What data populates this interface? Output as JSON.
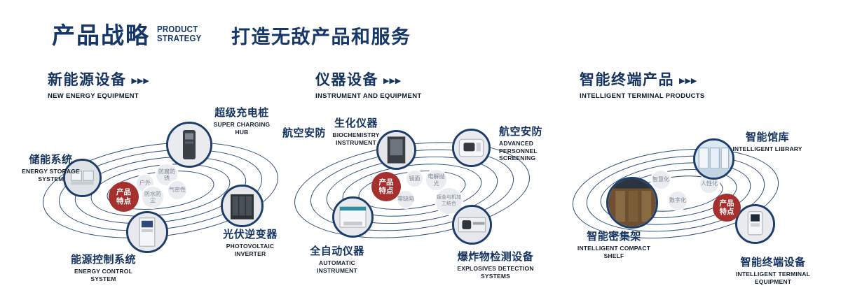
{
  "header": {
    "title_cn": "产品战略",
    "title_en_line1": "PRODUCT",
    "title_en_line2": "STRATEGY",
    "subtitle": "打造无敌产品和服务"
  },
  "icons": {
    "triple_chevron": "▶▶▶"
  },
  "sections": [
    {
      "title_cn": "新能源设备",
      "title_en": "NEW ENERGY EQUIPMENT",
      "badge": "产品特点",
      "features": [
        "户外",
        "防腐防锈",
        "气密性",
        "防水防尘"
      ],
      "products": [
        {
          "cn": "储能系统",
          "en": "ENERGY STORAGE SYSTEM"
        },
        {
          "cn": "超级充电桩",
          "en": "SUPER CHARGING HUB"
        },
        {
          "cn": "光伏逆变器",
          "en": "PHOTOVOLTAIC INVERTER"
        },
        {
          "cn": "能源控制系统",
          "en": "ENERGY CONTROL SYSTEM"
        }
      ]
    },
    {
      "title_cn": "仪器设备",
      "title_en": "INSTRUMENT AND EQUIPMENT",
      "badge": "产品特点",
      "side_label": "航空安防",
      "features": [
        "镜面",
        "电解抛光",
        "零缺陷",
        "钣金与机加工结合"
      ],
      "products": [
        {
          "cn": "生化仪器",
          "en": "BIOCHEMISTRY INSTRUMENT"
        },
        {
          "cn": "航空安防",
          "en": "ADVANCED PERSONNEL SCREENING"
        },
        {
          "cn": "全自动仪器",
          "en": "AUTOMATIC INSTRUMENT"
        },
        {
          "cn": "爆炸物检测设备",
          "en": "EXPLOSIVES DETECTION SYSTEMS"
        }
      ]
    },
    {
      "title_cn": "智能终端产品",
      "title_en": "INTELLIGENT TERMINAL PRODUCTS",
      "badge": "产品特点",
      "features": [
        "智慧化",
        "人性化",
        "数字化"
      ],
      "products": [
        {
          "cn": "智能馆库",
          "en": "INTELLIGENT LIBRARY"
        },
        {
          "cn": "智能密集架",
          "en": "INTELLIGENT COMPACT SHELF"
        },
        {
          "cn": "智能终端设备",
          "en": "INTELLIGENT TERMINAL EQUIPMENT"
        }
      ]
    }
  ]
}
